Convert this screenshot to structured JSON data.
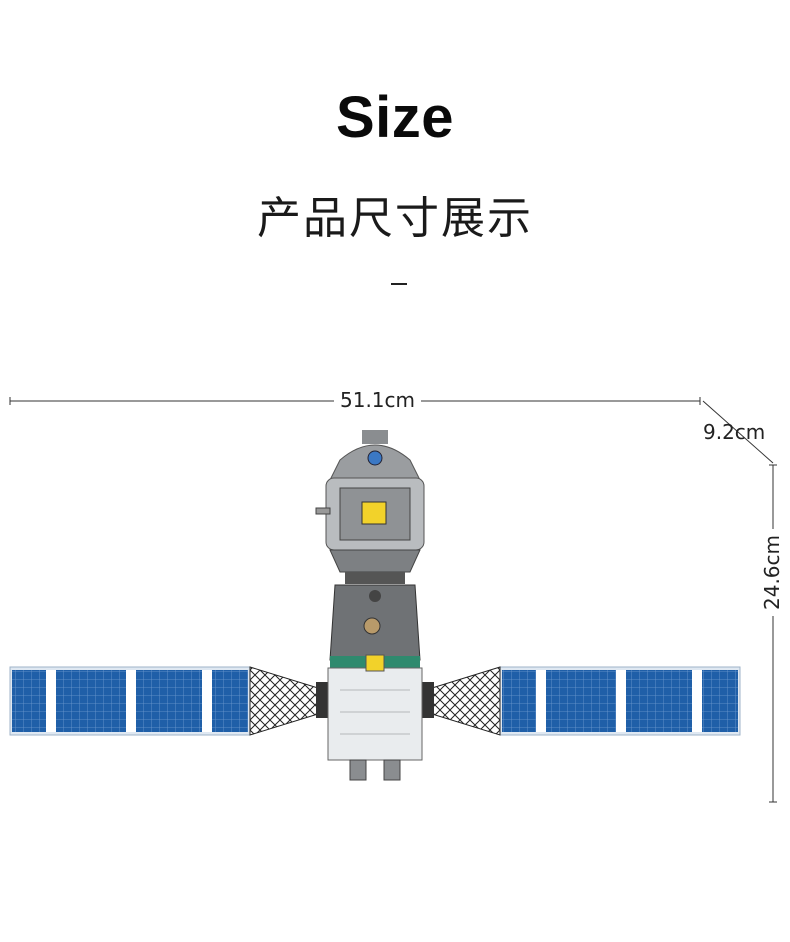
{
  "header": {
    "title": "Size",
    "subtitle": "产品尺寸展示",
    "divider": "–"
  },
  "dimensions": {
    "width": "51.1cm",
    "depth": "9.2cm",
    "height": "24.6cm"
  },
  "product": {
    "image_label": "spacecraft-model-illustration",
    "colors": {
      "panel_blue": "#1f5fa8",
      "panel_frame": "#dfe8f2",
      "body_gray": "#6f7275",
      "module_light": "#e9ecee",
      "accent_green": "#2f8a6e",
      "window_yellow": "#f2d22a"
    }
  }
}
